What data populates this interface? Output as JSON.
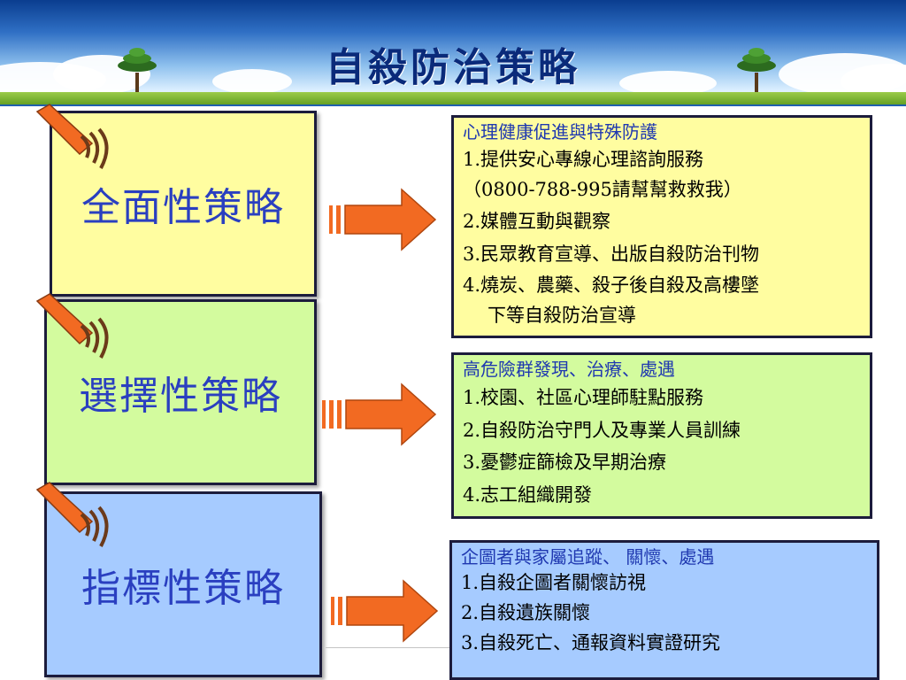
{
  "title": "自殺防治策略",
  "colors": {
    "box1": "#fffda0",
    "box2": "#d3fb9e",
    "box3": "#a6cbff",
    "arrow": "#f26a22",
    "label": "#2a3fc0",
    "heading": "#1f38b0"
  },
  "strategies": [
    {
      "label": "全面性策略",
      "heading": "心理健康促進與特殊防護",
      "items": [
        "1.提供安心專線心理諮詢服務",
        "（0800-788-995請幫幫救救我）",
        "2.媒體互動與觀察",
        "3.民眾教育宣導、出版自殺防治刊物",
        "4.燒炭、農藥、殺子後自殺及高樓墜",
        "下等自殺防治宣導"
      ]
    },
    {
      "label": "選擇性策略",
      "heading": "高危險群發現、治療、處遇",
      "items": [
        "1.校園、社區心理師駐點服務",
        "2.自殺防治守門人及專業人員訓練",
        "3.憂鬱症篩檢及早期治療",
        "4.志工組織開發"
      ]
    },
    {
      "label": "指標性策略",
      "heading": "企圖者與家屬追蹤、 關懷、處遇",
      "items": [
        "1.自殺企圖者關懷訪視",
        "2.自殺遺族關懷",
        "3.自殺死亡、通報資料實證研究"
      ]
    }
  ]
}
